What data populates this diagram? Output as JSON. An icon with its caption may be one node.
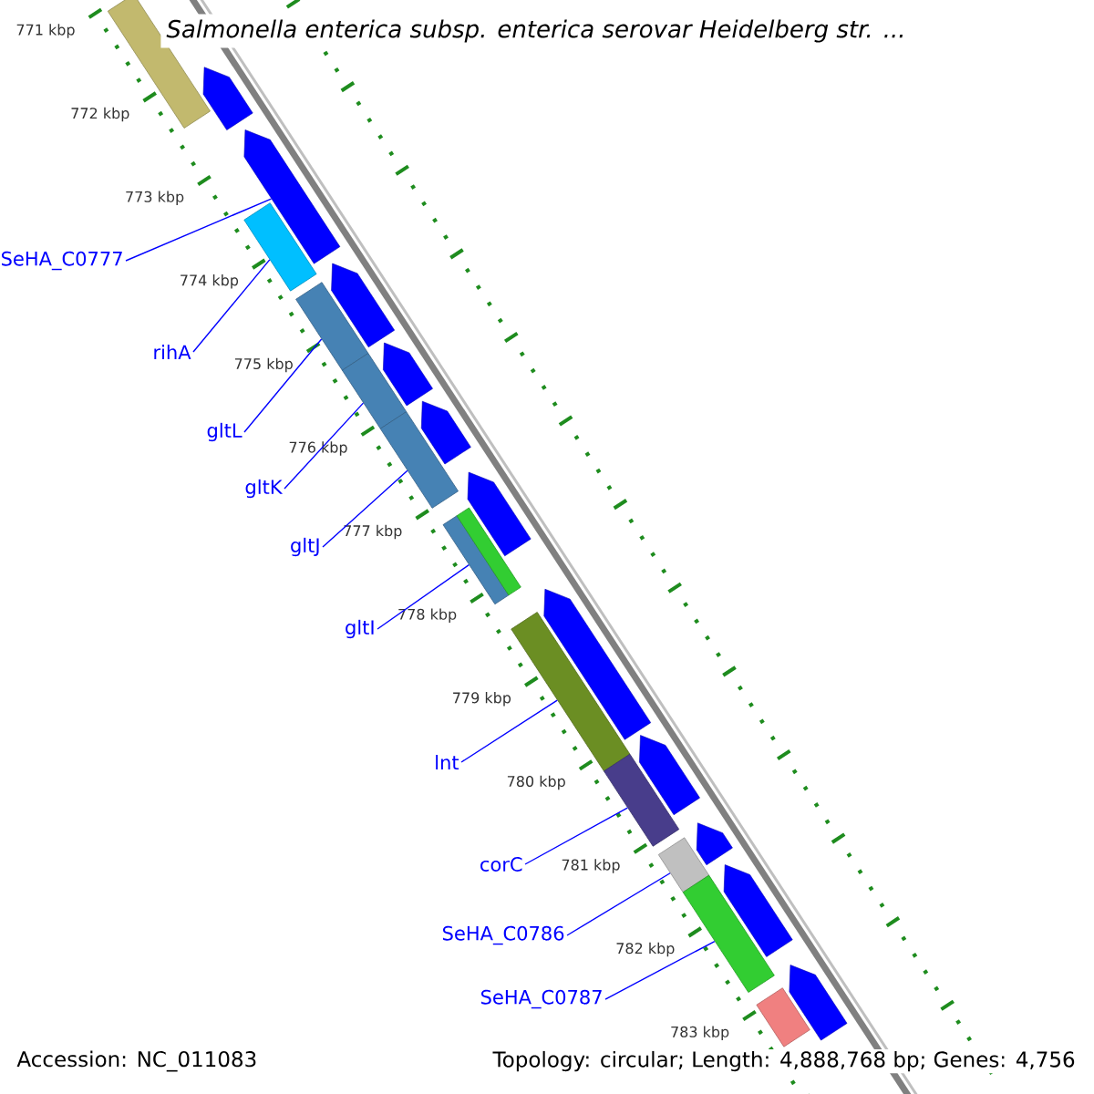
{
  "diagram": {
    "title": "Salmonella enterica subsp. enterica serovar Heidelberg str. ...",
    "nodes": [
      {
        "text": [],
        "shape": "bar"
      },
      {
        "text": [],
        "shape": "bar"
      },
      {
        "text": [],
        "shape": "bar"
      },
      {
        "text": [],
        "shape": "bar"
      },
      {
        "text": [],
        "shape": "bar"
      },
      {
        "text": [],
        "shape": "bar"
      },
      {
        "text": [],
        "shape": "bar"
      },
      {
        "text": [],
        "shape": "bar"
      },
      {
        "text": [],
        "shape": "bar"
      },
      {
        "text": [],
        "shape": "bar"
      },
      {
        "text": [],
        "shape": "bar"
      },
      {
        "text": [],
        "shape": "bar"
      },
      {
        "text": [
          "SeHA_C0777"
        ]
      },
      {
        "text": [
          "rihA"
        ]
      },
      {
        "text": [
          "gltL"
        ]
      },
      {
        "text": [
          "gltK"
        ]
      },
      {
        "text": [
          "gltJ"
        ]
      },
      {
        "text": [
          "gltI"
        ]
      },
      {
        "text": [
          "lnt"
        ]
      },
      {
        "text": [
          "corC"
        ]
      },
      {
        "text": [
          "SeHA_C0786"
        ]
      },
      {
        "text": [
          "SeHA_C0787"
        ]
      },
      {
        "text": [],
        "shape": "arrow"
      },
      {
        "text": [],
        "shape": "arrow"
      },
      {
        "text": [],
        "shape": "arrow"
      },
      {
        "text": [],
        "shape": "arrow"
      },
      {
        "text": [],
        "shape": "arrow"
      },
      {
        "text": [],
        "shape": "arrow"
      },
      {
        "text": [],
        "shape": "arrow"
      },
      {
        "text": [],
        "shape": "arrow"
      },
      {
        "text": [],
        "shape": "arrow"
      },
      {
        "text": [],
        "shape": "arrow"
      },
      {
        "text": [],
        "shape": "arrow"
      }
    ],
    "edges": [
      {
        "from": 12,
        "to": 23,
        "arrow": "none"
      },
      {
        "from": 13,
        "to": 1,
        "arrow": "none"
      },
      {
        "from": 14,
        "to": 2,
        "arrow": "none"
      },
      {
        "from": 15,
        "to": 3,
        "arrow": "none"
      },
      {
        "from": 16,
        "to": 4,
        "arrow": "none"
      },
      {
        "from": 17,
        "to": 5,
        "arrow": "none"
      },
      {
        "from": 18,
        "to": 7,
        "arrow": "none"
      },
      {
        "from": 19,
        "to": 8,
        "arrow": "none"
      },
      {
        "from": 20,
        "to": 9,
        "arrow": "none"
      },
      {
        "from": 21,
        "to": 10,
        "arrow": "none"
      }
    ],
    "labels": [
      "771 kbp",
      "772 kbp",
      "773 kbp",
      "774 kbp",
      "775 kbp",
      "776 kbp",
      "777 kbp",
      "778 kbp",
      "779 kbp",
      "780 kbp",
      "781 kbp",
      "782 kbp",
      "783 kbp",
      "Accession: NC_011083",
      "Topology: circular; Length: 4,888,768 bp; Genes: 4,756"
    ]
  }
}
